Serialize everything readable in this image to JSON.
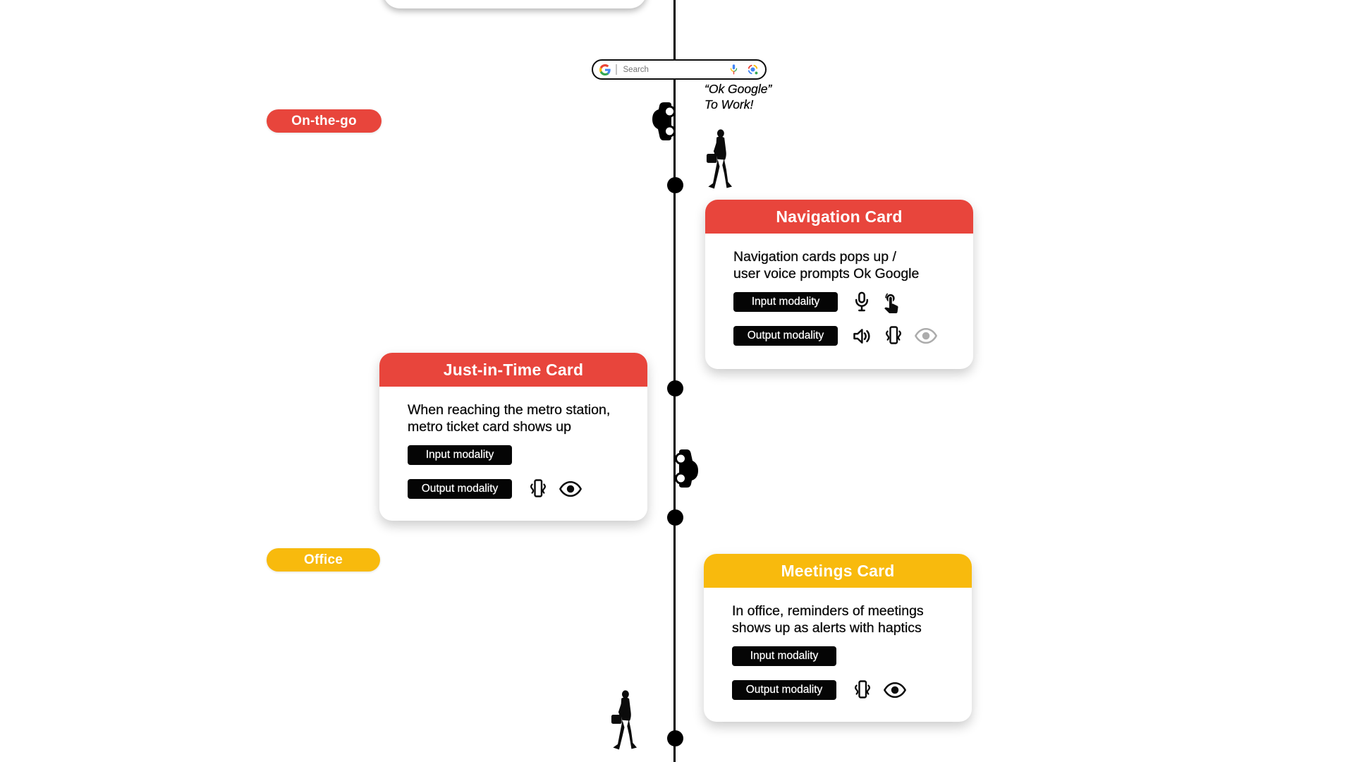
{
  "timeline": {
    "phases": [
      {
        "label": "On-the-go",
        "color": "#E8453C"
      },
      {
        "label": "Office",
        "color": "#F8BA0D"
      }
    ],
    "annotation": {
      "line1": "“Ok Google”",
      "line2": "To Work!"
    }
  },
  "search_bar": {
    "placeholder": "Search",
    "logo_icon": "google-g",
    "right_icons": [
      "voice-search-mic",
      "google-lens"
    ]
  },
  "cards": [
    {
      "title": "Navigation Card",
      "header_color": "#E8453C",
      "description_line1": "Navigation cards pops up /",
      "description_line2": "user voice prompts Ok Google",
      "input_label": "Input modality",
      "output_label": "Output modality",
      "input_icons": [
        "microphone",
        "touch"
      ],
      "output_icons": [
        "speaker",
        "vibration",
        "eye-inactive"
      ]
    },
    {
      "title": "Just-in-Time Card",
      "header_color": "#E8453C",
      "description_line1": "When reaching the metro station,",
      "description_line2": "metro ticket card shows up",
      "input_label": "Input modality",
      "output_label": "Output modality",
      "input_icons": [],
      "output_icons": [
        "vibration",
        "eye"
      ]
    },
    {
      "title": "Meetings Card",
      "header_color": "#F8BA0D",
      "description_line1": "In office, reminders of meetings",
      "description_line2": "shows up as alerts with haptics",
      "input_label": "Input modality",
      "output_label": "Output modality",
      "input_icons": [],
      "output_icons": [
        "vibration",
        "eye"
      ]
    }
  ],
  "colors": {
    "card_red": "#E8453C",
    "card_yellow": "#F8BA0D",
    "inactive_icon_grey": "#ACACAC",
    "timeline_black": "#000000"
  }
}
